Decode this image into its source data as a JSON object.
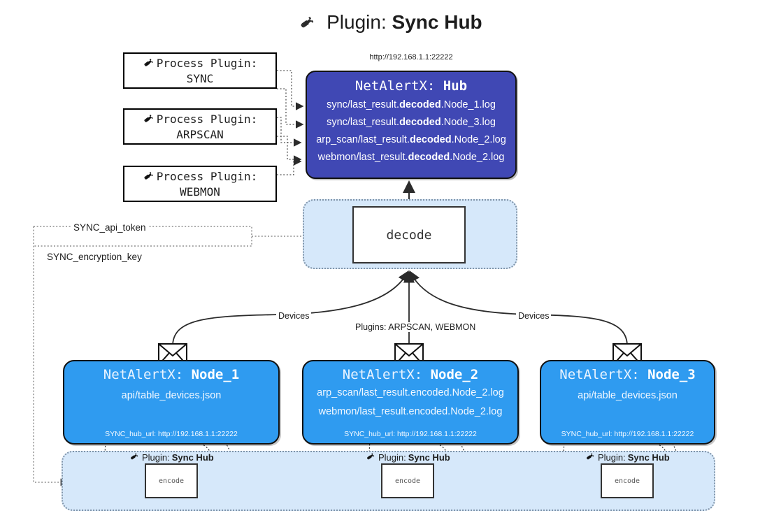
{
  "title": {
    "icon": "plug-icon",
    "prefix": "Plugin:",
    "name": "Sync Hub"
  },
  "hub": {
    "url": "http://192.168.1.1:22222",
    "title_prefix": "NetAlertX:",
    "title_name": "Hub",
    "logs": [
      {
        "pre": "sync/last_result.",
        "strong": "decoded",
        "post": ".Node_1.log"
      },
      {
        "pre": "sync/last_result.",
        "strong": "decoded",
        "post": ".Node_3.log"
      },
      {
        "pre": "arp_scan/last_result.",
        "strong": "decoded",
        "post": ".Node_2.log"
      },
      {
        "pre": "webmon/last_result.",
        "strong": "decoded",
        "post": ".Node_2.log"
      }
    ]
  },
  "process_plugins": [
    {
      "icon": "plug-icon",
      "label": "Process Plugin:",
      "name": "SYNC"
    },
    {
      "icon": "plug-icon",
      "label": "Process Plugin:",
      "name": "ARPSCAN"
    },
    {
      "icon": "plug-icon",
      "label": "Process Plugin:",
      "name": "WEBMON"
    }
  ],
  "settings": {
    "api_token": "SYNC_api_token",
    "encryption_key": "SYNC_encryption_key"
  },
  "decode": {
    "container_label": "",
    "box_label": "decode"
  },
  "edge_labels": {
    "devices_left": "Devices",
    "devices_right": "Devices",
    "plugins_center": "Plugins: ARPSCAN, WEBMON"
  },
  "nodes": [
    {
      "title_prefix": "NetAlertX:",
      "title_name": "Node_1",
      "lines": [
        "api/table_devices.json"
      ],
      "footer": "SYNC_hub_url: http://192.168.1.1:22222",
      "icon": "envelope-icon"
    },
    {
      "title_prefix": "NetAlertX:",
      "title_name": "Node_2",
      "lines": [
        "arp_scan/last_result.encoded.Node_2.log",
        "webmon/last_result.encoded.Node_2.log"
      ],
      "footer": "SYNC_hub_url: http://192.168.1.1:22222",
      "icon": "envelope-icon"
    },
    {
      "title_prefix": "NetAlertX:",
      "title_name": "Node_3",
      "lines": [
        "api/table_devices.json"
      ],
      "footer": "SYNC_hub_url: http://192.168.1.1:22222",
      "icon": "envelope-icon"
    }
  ],
  "encoders": [
    {
      "label_prefix": "Plugin:",
      "label_name": "Sync Hub",
      "box_label": "encode",
      "icon": "plug-icon"
    },
    {
      "label_prefix": "Plugin:",
      "label_name": "Sync Hub",
      "box_label": "encode",
      "icon": "plug-icon"
    },
    {
      "label_prefix": "Plugin:",
      "label_name": "Sync Hub",
      "box_label": "encode",
      "icon": "plug-icon"
    }
  ],
  "colors": {
    "hub": "#4048b4",
    "node": "#2f9bf0",
    "container": "#d6e8fa",
    "container_border": "#7f93a8",
    "stroke": "#333333",
    "background": "#ffffff"
  }
}
